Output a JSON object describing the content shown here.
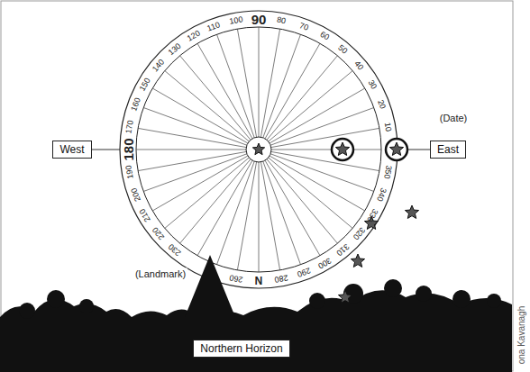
{
  "diagram": {
    "nodes": [
      {
        "text": [
          "West"
        ]
      },
      {
        "text": [
          "East"
        ]
      },
      {
        "text": [
          "Northern Horizon"
        ]
      }
    ],
    "labels": [
      "10",
      "20",
      "30",
      "40",
      "50",
      "60",
      "70",
      "80",
      "90",
      "100",
      "110",
      "120",
      "130",
      "140",
      "150",
      "160",
      "170",
      "180",
      "190",
      "200",
      "210",
      "220",
      "230",
      "260",
      "N",
      "280",
      "290",
      "300",
      "310",
      "320",
      "330",
      "340",
      "350",
      "(Date)",
      "(Landmark)",
      "ona Kavanagh"
    ]
  }
}
